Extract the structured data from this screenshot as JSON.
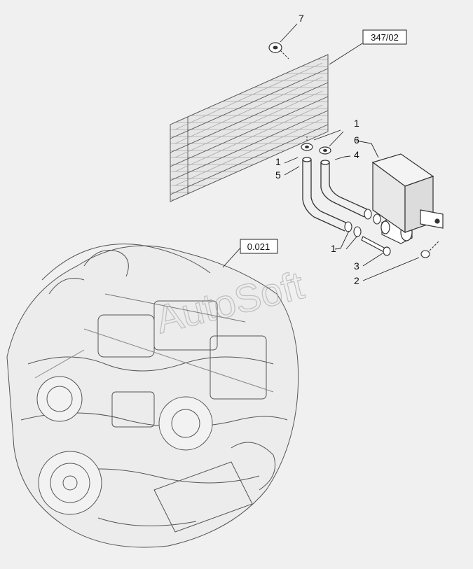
{
  "diagram": {
    "callouts": {
      "c7": "7",
      "c1a": "1",
      "c6": "6",
      "c1b": "1",
      "c4": "4",
      "c5": "5",
      "c1c": "1",
      "c3": "3",
      "c2": "2"
    },
    "references": {
      "radiator_ref": "347/02",
      "engine_ref": "0.021"
    },
    "watermark": "AutoSoft"
  }
}
